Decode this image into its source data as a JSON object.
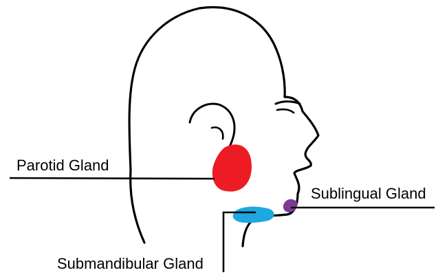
{
  "diagram": {
    "labels": {
      "parotid": "Parotid Gland",
      "sublingual": "Sublingual Gland",
      "submandibular": "Submandibular Gland"
    },
    "colors": {
      "outline": "#000000",
      "parotid": "#ed1c24",
      "submandibular": "#1ea7e0",
      "sublingual": "#7a3a96",
      "background": "#ffffff"
    }
  }
}
